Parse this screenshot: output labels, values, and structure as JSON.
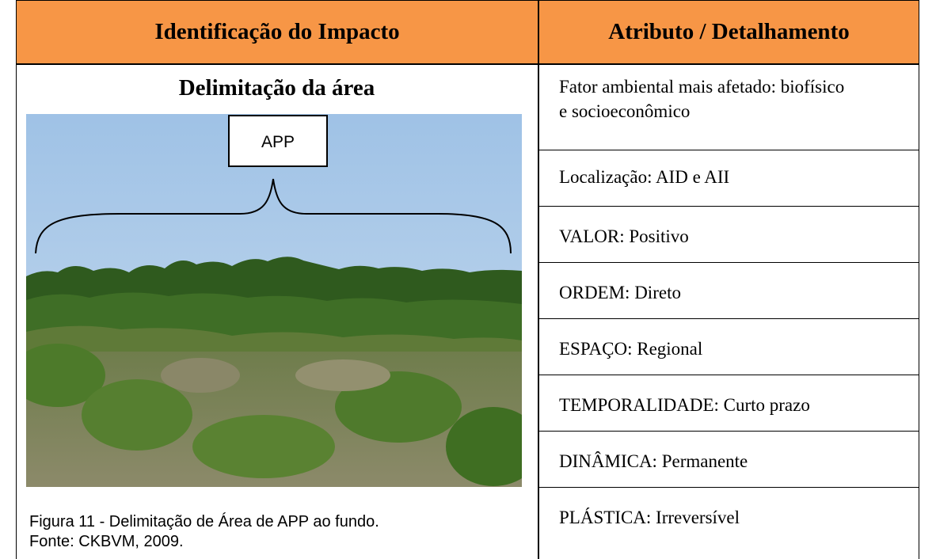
{
  "header": {
    "left_title": "Identificação do Impacto",
    "right_title": "Atributo / Detalhamento"
  },
  "left": {
    "section_title": "Delimitação da área",
    "photo": {
      "callout_label": "APP",
      "description_icon": "forest-landscape-photo"
    },
    "caption_line1": "Figura 11 - Delimitação de Área de APP ao fundo.",
    "caption_line2": "Fonte: CKBVM, 2009."
  },
  "attributes": [
    {
      "line1": "Fator ambiental mais afetado: biofísico",
      "line2": "e socioeconômico"
    },
    {
      "line1": "Localização: AID e AII"
    },
    {
      "line1": "VALOR: Positivo"
    },
    {
      "line1": "ORDEM: Direto"
    },
    {
      "line1": "ESPAÇO: Regional"
    },
    {
      "line1": "TEMPORALIDADE: Curto prazo"
    },
    {
      "line1": "DINÂMICA: Permanente"
    },
    {
      "line1": "PLÁSTICA: Irreversível"
    }
  ],
  "colors": {
    "header_bg": "#f79646",
    "border": "#000000",
    "sky": "#a9c8e6"
  }
}
